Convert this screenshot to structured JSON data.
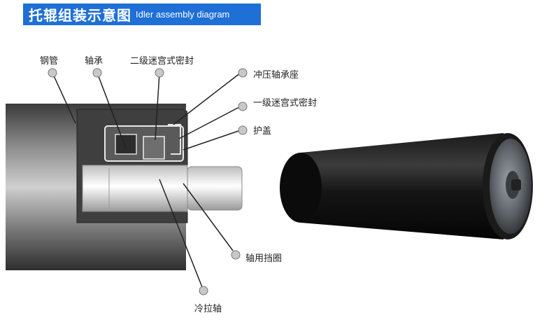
{
  "banner": {
    "title_zh": "托辊组装示意图",
    "title_en": "Idler assembly diagram",
    "color": "#1e6fd6"
  },
  "labels": {
    "steel_tube": "钢管",
    "bearing": "轴承",
    "secondary_labyrinth_seal": "二级迷宫式密封",
    "stamped_bearing_housing": "冲压轴承座",
    "primary_labyrinth_seal": "一级迷宫式密封",
    "cover": "护盖",
    "shaft_retaining_ring": "轴用挡圈",
    "cold_drawn_shaft": "冷拉轴"
  }
}
